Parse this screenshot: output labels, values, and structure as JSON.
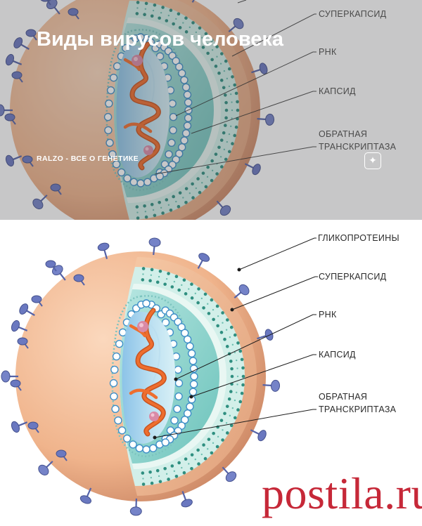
{
  "banner": {
    "title": "Виды вирусов человека",
    "source": "RALZO - ВСЕ О ГЕНЕТИКЕ",
    "share_icon": "share-sparkle-icon"
  },
  "diagram": {
    "labels": {
      "glycoproteins": "ГЛИКОПРОТЕИНЫ",
      "supercapsid": "СУПЕРКАПСИД",
      "rna": "РНК",
      "capsid": "КАПСИД",
      "rt_line1": "ОБРАТНАЯ",
      "rt_line2": "ТРАНСКРИПТАЗА"
    },
    "banner_labels": {
      "supercapsid": "СУПЕРКАПСИД",
      "rna": "РНК",
      "capsid": "КАПСИД",
      "rt_line1": "ОБРАТНАЯ",
      "rt_line2": "ТРАНСКРИПТАЗА"
    }
  },
  "watermark": {
    "text": "postila.ru"
  },
  "colors": {
    "envelope": "#f0b48c",
    "membrane": "#3a9e8c",
    "capsid_fill": "#8fd3ce",
    "capsomer": "#ffffff",
    "capsomer_stroke": "#3f8fc8",
    "core": "#a9d6ee",
    "rna": "#e8622a",
    "enzyme": "#d98aa6",
    "glycoprotein": "#6a78c0",
    "watermark": "#c62838"
  }
}
